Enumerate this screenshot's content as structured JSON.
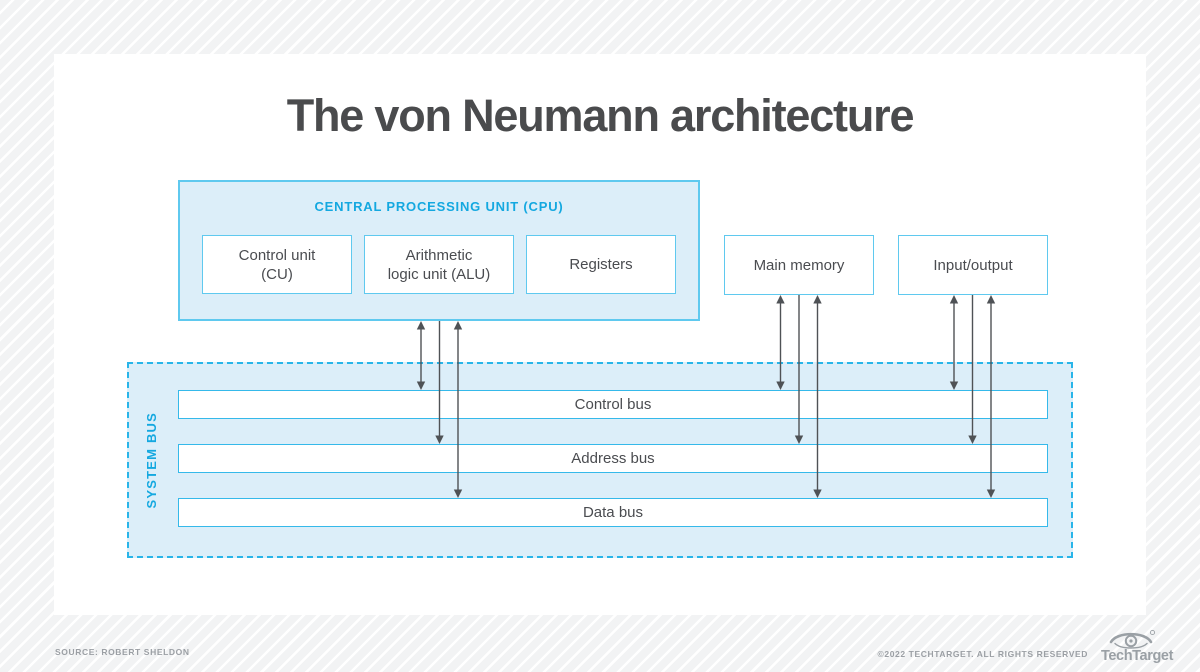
{
  "title": "The von Neumann architecture",
  "cpu": {
    "label": "CENTRAL PROCESSING UNIT (CPU)",
    "units": [
      {
        "lines": [
          "Control unit",
          "(CU)"
        ]
      },
      {
        "lines": [
          "Arithmetic",
          "logic unit (ALU)"
        ]
      },
      {
        "lines": [
          "Registers"
        ]
      }
    ]
  },
  "components": [
    {
      "label": "Main memory"
    },
    {
      "label": "Input/output"
    }
  ],
  "system_bus": {
    "label": "SYSTEM BUS",
    "buses": [
      {
        "label": "Control bus",
        "direction": "bidirectional"
      },
      {
        "label": "Address bus",
        "direction": "to-bus-only"
      },
      {
        "label": "Data bus",
        "direction": "bidirectional"
      }
    ]
  },
  "connections": [
    {
      "from": "cpu",
      "bus": "control",
      "direction": "both"
    },
    {
      "from": "cpu",
      "bus": "address",
      "direction": "to-bus"
    },
    {
      "from": "cpu",
      "bus": "data",
      "direction": "both"
    },
    {
      "from": "main_memory",
      "bus": "control",
      "direction": "both"
    },
    {
      "from": "main_memory",
      "bus": "address",
      "direction": "to-bus"
    },
    {
      "from": "main_memory",
      "bus": "data",
      "direction": "both"
    },
    {
      "from": "input_output",
      "bus": "control",
      "direction": "both"
    },
    {
      "from": "input_output",
      "bus": "address",
      "direction": "to-bus"
    },
    {
      "from": "input_output",
      "bus": "data",
      "direction": "both"
    }
  ],
  "footer": {
    "source": "SOURCE: ROBERT SHELDON",
    "copyright": "©2022 TECHTARGET. ALL RIGHTS RESERVED",
    "brand": "TechTarget"
  },
  "colors": {
    "cyan_text": "#14a8e0",
    "cyan_border": "#5fc9ef",
    "light_blue_fill": "#dceef9",
    "line_gray": "#4f5256",
    "text_gray": "#4a4c50",
    "footer_gray": "#9b9fa4"
  }
}
